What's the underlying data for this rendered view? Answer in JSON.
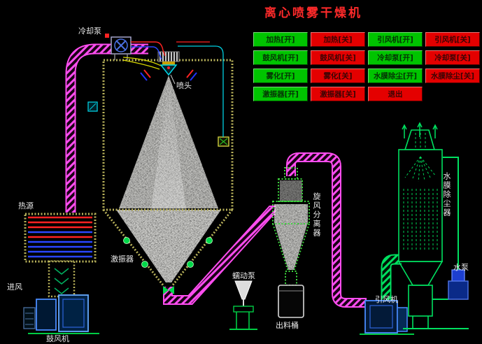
{
  "title": "离心喷雾干燥机",
  "panel": {
    "buttons": [
      {
        "label": "加热[开]",
        "state": "on"
      },
      {
        "label": "加热[关]",
        "state": "off"
      },
      {
        "label": "引风机[开]",
        "state": "on"
      },
      {
        "label": "引风机[关]",
        "state": "off"
      },
      {
        "label": "鼓风机[开]",
        "state": "on"
      },
      {
        "label": "鼓风机[关]",
        "state": "off"
      },
      {
        "label": "冷却泵[开]",
        "state": "on"
      },
      {
        "label": "冷却泵[关]",
        "state": "off"
      },
      {
        "label": "雾化[开]",
        "state": "on"
      },
      {
        "label": "雾化[关]",
        "state": "off"
      },
      {
        "label": "水膜除尘[开]",
        "state": "on"
      },
      {
        "label": "水膜除尘[关]",
        "state": "off"
      },
      {
        "label": "激振器[开]",
        "state": "on"
      },
      {
        "label": "激振器[关]",
        "state": "off"
      },
      {
        "label": "退出",
        "state": "exit"
      }
    ]
  },
  "labels": {
    "cooling_pump": "冷却泵",
    "nozzle": "喷头",
    "heat_source": "热源",
    "air_inlet": "进风",
    "blower": "鼓风机",
    "vibrator": "激振器",
    "peristaltic_pump": "蠕动泵",
    "discharge_barrel": "出料桶",
    "cyclone": "旋风分离器",
    "scrubber": "水膜除尘器",
    "induced_fan": "引风机",
    "water_pump": "水泵"
  },
  "colors": {
    "title": "#ff2a2a",
    "button_on": "#00c400",
    "button_off": "#e40000",
    "pipe_magenta": "#ff4df0",
    "pipe_green": "#00e060",
    "border_tan": "#b9b25a",
    "border_green": "#3dd43d"
  }
}
